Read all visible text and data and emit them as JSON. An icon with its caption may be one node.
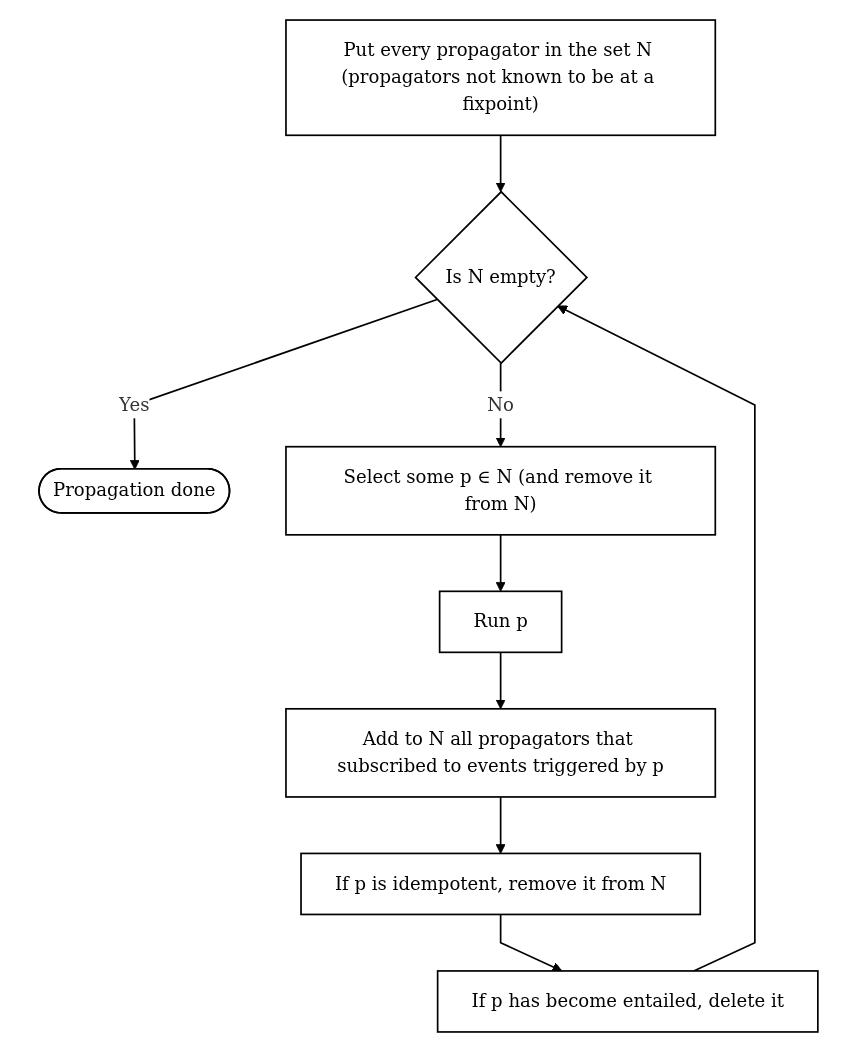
{
  "diagram": {
    "nodes": [
      {
        "text": [
          "Put every propagator in the set N (propagators not known to be at a fixpoint)"
        ]
      },
      {
        "text": [
          "Is N empty?"
        ]
      },
      {
        "text": [
          "Propagation done"
        ]
      },
      {
        "text": [
          "Select some p ∈ N (and remove it from N)"
        ]
      },
      {
        "text": [
          "Run p"
        ]
      },
      {
        "text": [
          "Add to N all propagators that subscribed to events triggered by p"
        ]
      },
      {
        "text": [
          "If p is idempotent, remove it from N"
        ]
      },
      {
        "text": [
          "If p has become entailed, delete it"
        ]
      }
    ],
    "edges": [
      {
        "from": 0,
        "to": 1,
        "arrow": "to"
      },
      {
        "from": 1,
        "to": 2,
        "arrow": "to",
        "label": "Yes"
      },
      {
        "from": 1,
        "to": 3,
        "arrow": "to",
        "label": "No"
      },
      {
        "from": 3,
        "to": 4,
        "arrow": "to"
      },
      {
        "from": 4,
        "to": 5,
        "arrow": "to"
      },
      {
        "from": 5,
        "to": 6,
        "arrow": "to"
      },
      {
        "from": 6,
        "to": 7,
        "arrow": "to"
      },
      {
        "from": 7,
        "to": 1,
        "arrow": "to"
      }
    ]
  }
}
